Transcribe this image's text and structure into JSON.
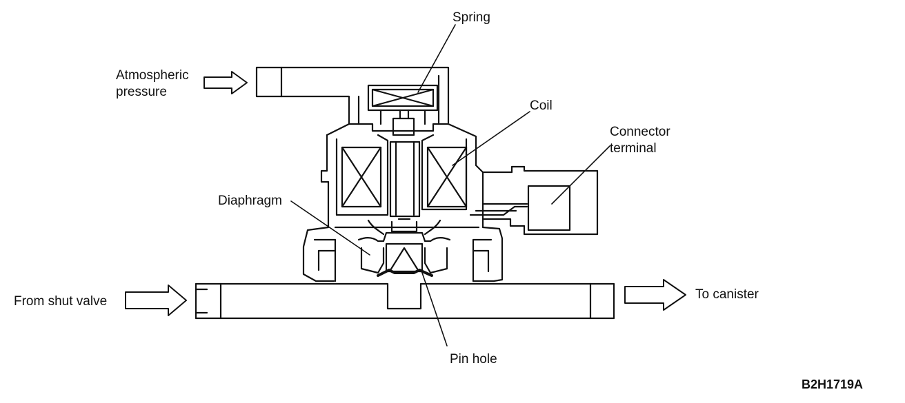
{
  "labels": {
    "spring": "Spring",
    "atmospheric_line1": "Atmospheric",
    "atmospheric_line2": "pressure",
    "coil": "Coil",
    "connector_line1": "Connector",
    "connector_line2": "terminal",
    "diaphragm": "Diaphragm",
    "from_shut_valve": "From shut valve",
    "to_canister": "To canister",
    "pin_hole": "Pin hole",
    "figure_ref": "B2H1719A"
  }
}
